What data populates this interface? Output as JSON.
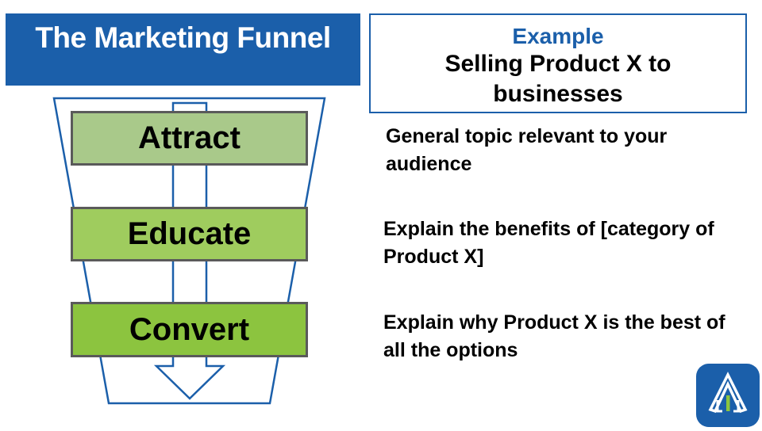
{
  "slide": {
    "title": "The Marketing Funnel",
    "example": {
      "label": "Example",
      "text": "Selling Product X to businesses"
    },
    "stages": [
      {
        "label": "Attract",
        "description": "General topic relevant to your audience"
      },
      {
        "label": "Educate",
        "description": "Explain the benefits of [category of Product X]"
      },
      {
        "label": "Convert",
        "description": "Explain why Product X is the best of all the options"
      }
    ],
    "logo": {
      "icon": "arrow-chart-logo-icon"
    }
  },
  "colors": {
    "brand_blue": "#1b5faa",
    "attract_green": "#a9c98a",
    "educate_green": "#9fcc5e",
    "convert_green": "#8cc43f",
    "logo_accent": "#8cc43f"
  }
}
